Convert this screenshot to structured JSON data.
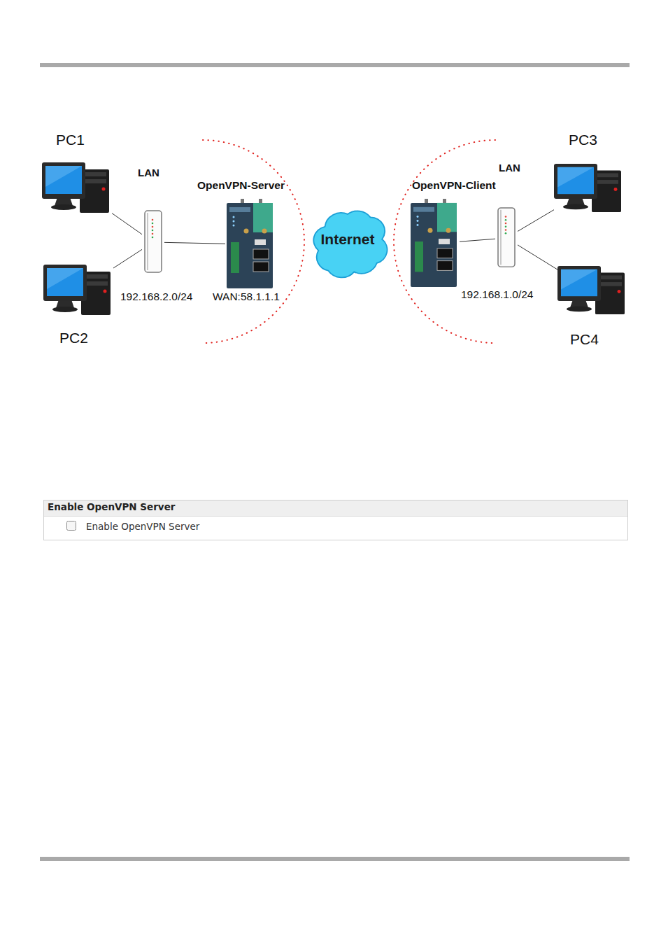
{
  "diagram": {
    "nodes": [
      {
        "text": [
          "PC1"
        ]
      },
      {
        "text": [
          "LAN",
          "192.168.2.0/24"
        ]
      },
      {
        "text": [
          "OpenVPN-Server",
          "WAN:58.1.1.1"
        ]
      },
      {
        "text": [
          "Internet"
        ]
      },
      {
        "text": [
          "OpenVPN-Client"
        ]
      },
      {
        "text": [
          "LAN",
          "192.168.1.0/24"
        ]
      },
      {
        "text": [
          "PC3"
        ]
      },
      {
        "text": [
          "PC2"
        ]
      },
      {
        "text": [
          "PC4"
        ]
      },
      {
        "text": [
          "Enable OpenVPN Server",
          "Enable OpenVPN Server"
        ]
      }
    ],
    "edges": [
      {
        "from": 0,
        "to": 1,
        "arrow": "none"
      },
      {
        "from": 7,
        "to": 1,
        "arrow": "none"
      },
      {
        "from": 1,
        "to": 2,
        "arrow": "none"
      },
      {
        "from": 4,
        "to": 5,
        "arrow": "none"
      },
      {
        "from": 5,
        "to": 6,
        "arrow": "none"
      },
      {
        "from": 5,
        "to": 8,
        "arrow": "none"
      }
    ]
  }
}
